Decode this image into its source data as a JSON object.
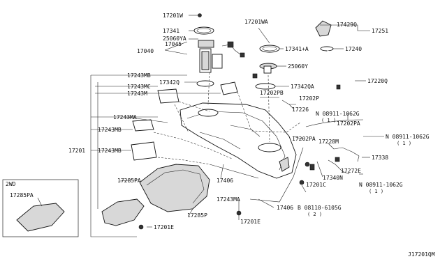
{
  "labels": {
    "p17201W": "17201W",
    "p17341": "17341",
    "p25060YA": "25060YA",
    "p17040": "17040",
    "p17045": "17045",
    "p17201WA": "17201WA",
    "p17341A": "17341+A",
    "p25060Y": "25060Y",
    "p17342QA": "17342QA",
    "p17429Q": "17429Q",
    "p17251": "17251",
    "p17240": "17240",
    "p17220Q": "17220Q",
    "p17243MB_top": "17243MB",
    "p17342Q": "17342Q",
    "p17243MC": "17243MC",
    "p17243M": "17243M",
    "p17202PB": "17202PB",
    "p17202P": "17202P",
    "p17226": "17226",
    "p08911_1": "N 08911-1062G",
    "p08911_1q": "( 1 )",
    "p17202PA_r": "17202PA",
    "p08911_2": "N 08911-1062G",
    "p08911_2q": "( 1 )",
    "p17243MA_l": "17243MA",
    "p17243MB_mid": "17243MB",
    "p17201": "17201",
    "p17243MB_low": "17243MB",
    "p17202PA_c": "17202PA",
    "p17228M": "17228M",
    "p17338": "17338",
    "p17272E": "17272E",
    "p17340N": "17340N",
    "p08911_3": "N 08911-1062G",
    "p08911_3q": "( 1 )",
    "p17406_a": "17406",
    "p17201C": "17201C",
    "p17243MA_b": "17243MA",
    "p17406_b": "17406",
    "p08110": "B 08110-6105G",
    "p08110q": "( 2 )",
    "p17285PA": "17285PA",
    "p17285P": "17285P",
    "p17201E_a": "17201E",
    "p17201E_b": "17201E",
    "inset_title": "2WD",
    "inset_part": "17285PA",
    "diagram_code": "J17201QM"
  }
}
